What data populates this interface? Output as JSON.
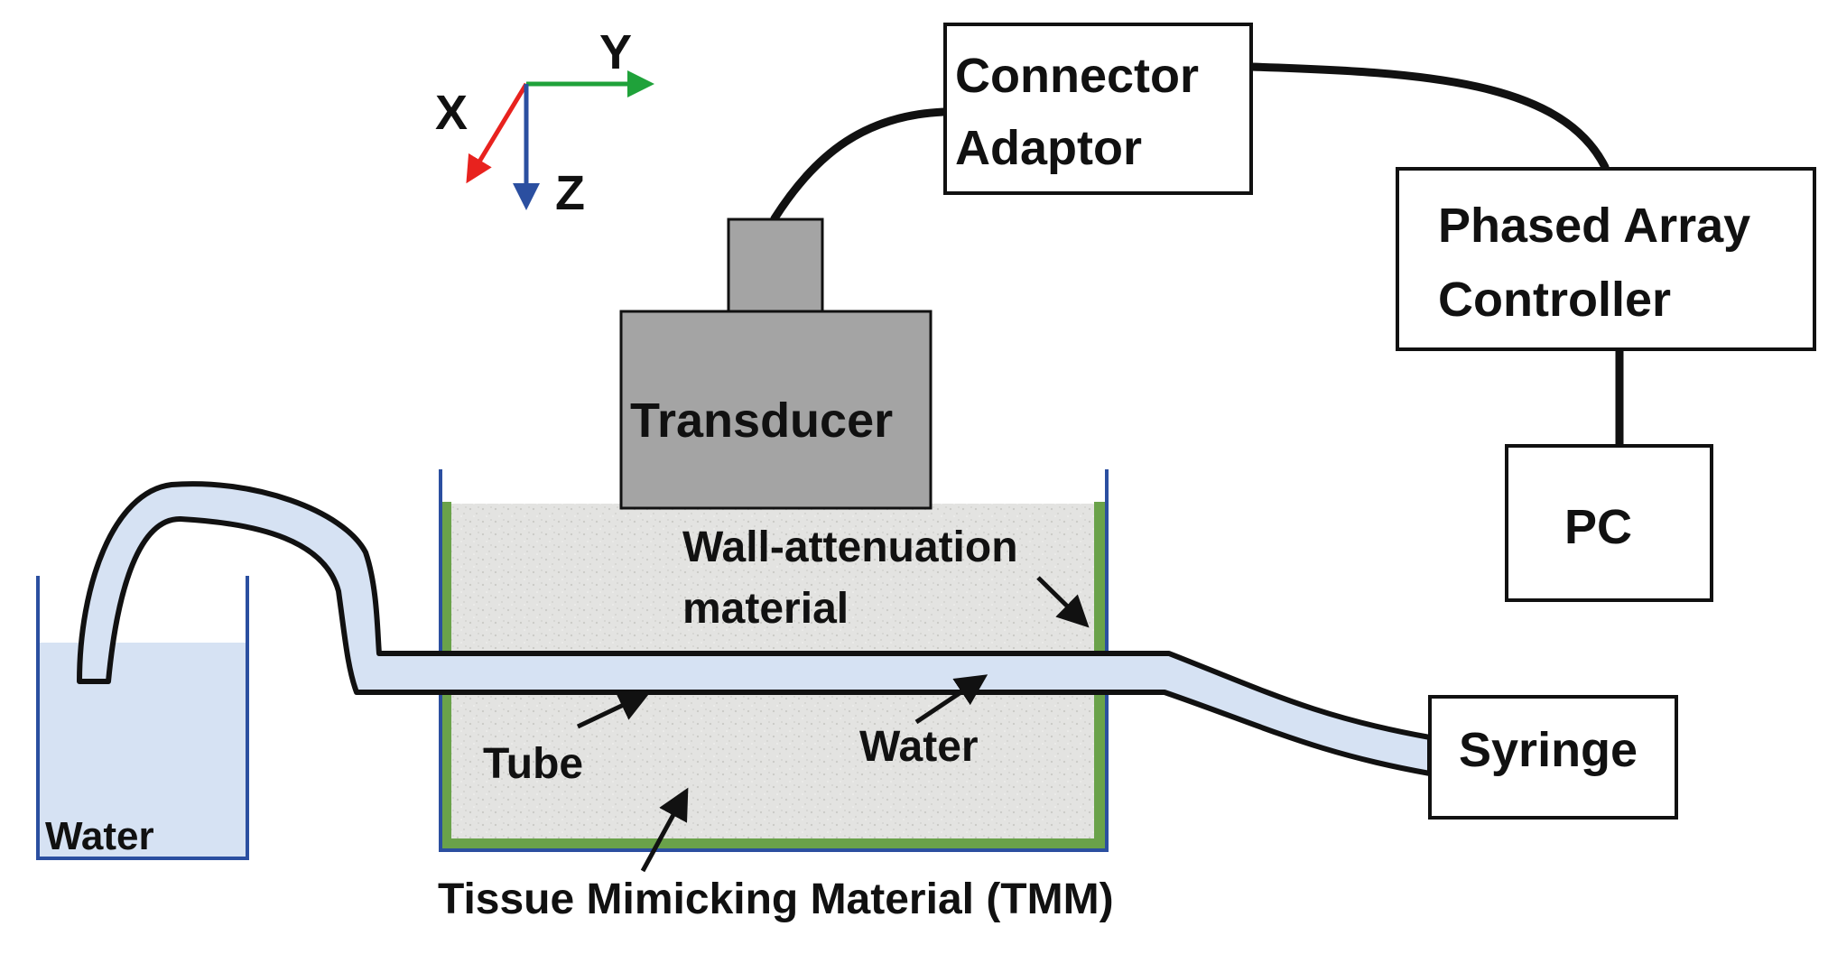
{
  "axes": {
    "x_label": "X",
    "y_label": "Y",
    "z_label": "Z"
  },
  "labels": {
    "connector_adaptor": [
      "Connector",
      "Adaptor"
    ],
    "phased_array_controller": [
      "Phased Array",
      "Controller"
    ],
    "pc": "PC",
    "transducer": "Transducer",
    "syringe": "Syringe",
    "reservoir_water": "Water",
    "tube_water": "Water",
    "tube": "Tube",
    "wall_attenuation": [
      "Wall-attenuation",
      "material"
    ],
    "tmm": "Tissue Mimicking Material (TMM)"
  },
  "colors": {
    "x_axis": "#e8221e",
    "y_axis": "#1fa23a",
    "z_axis": "#2b4fa0",
    "water_fill": "#d6e2f3",
    "tank_wall": "#2b4fa0",
    "attenuation_layer": "#6aa24a",
    "tmm_fill": "#e3e3e1",
    "transducer_fill": "#a4a4a4",
    "outline": "#111111"
  }
}
